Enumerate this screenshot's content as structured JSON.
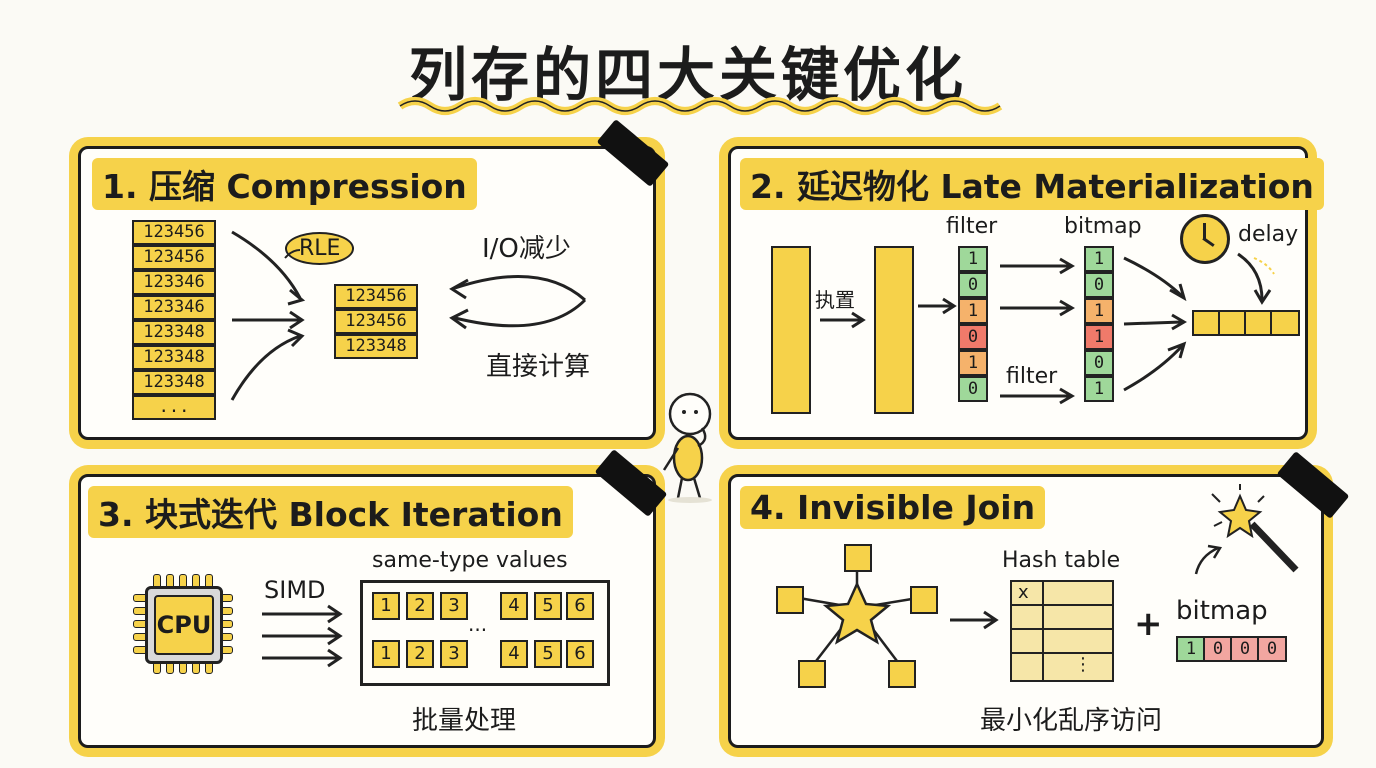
{
  "title": "列存的四大关键优化",
  "panels": {
    "compression": {
      "title": "1. 压缩 Compression",
      "column_values": [
        "123456",
        "123456",
        "123346",
        "123346",
        "123348",
        "123348",
        "123348",
        "..."
      ],
      "compressed_values": [
        "123456",
        "123456",
        "123348"
      ],
      "rle": "RLE",
      "io": "I/O减少",
      "compute": "直接计算"
    },
    "late": {
      "title": "2. 延迟物化 Late Materialization",
      "transpose": "执置",
      "filter_top": "filter",
      "bitmap": "bitmap",
      "delay": "delay",
      "filter_bottom": "filter",
      "bits_left": [
        "1",
        "0",
        "1",
        "0",
        "1",
        "0"
      ],
      "bits_right": [
        "1",
        "0",
        "1",
        "1",
        "0",
        "1"
      ]
    },
    "block": {
      "title": "3. 块式迭代 Block Iteration",
      "cpu": "CPU",
      "simd": "SIMD",
      "same_type": "same-type values",
      "row1": [
        "1",
        "2",
        "3",
        "4",
        "5",
        "6"
      ],
      "row2": [
        "1",
        "2",
        "3",
        "4",
        "5",
        "6"
      ],
      "dots": "...",
      "batch": "批量处理"
    },
    "join": {
      "title": "4. Invisible Join",
      "hash_table": "Hash table",
      "x_mark": "x",
      "vdots": "⋮",
      "plus": "+",
      "bitmap": "bitmap",
      "bitmap_bits": [
        "1",
        "0",
        "0",
        "0"
      ],
      "caption": "最小化乱序访问"
    }
  },
  "colors": {
    "accent": "#f6d24a",
    "green": "#9fd89a",
    "red": "#f07a6a",
    "orange": "#f5b26b"
  }
}
